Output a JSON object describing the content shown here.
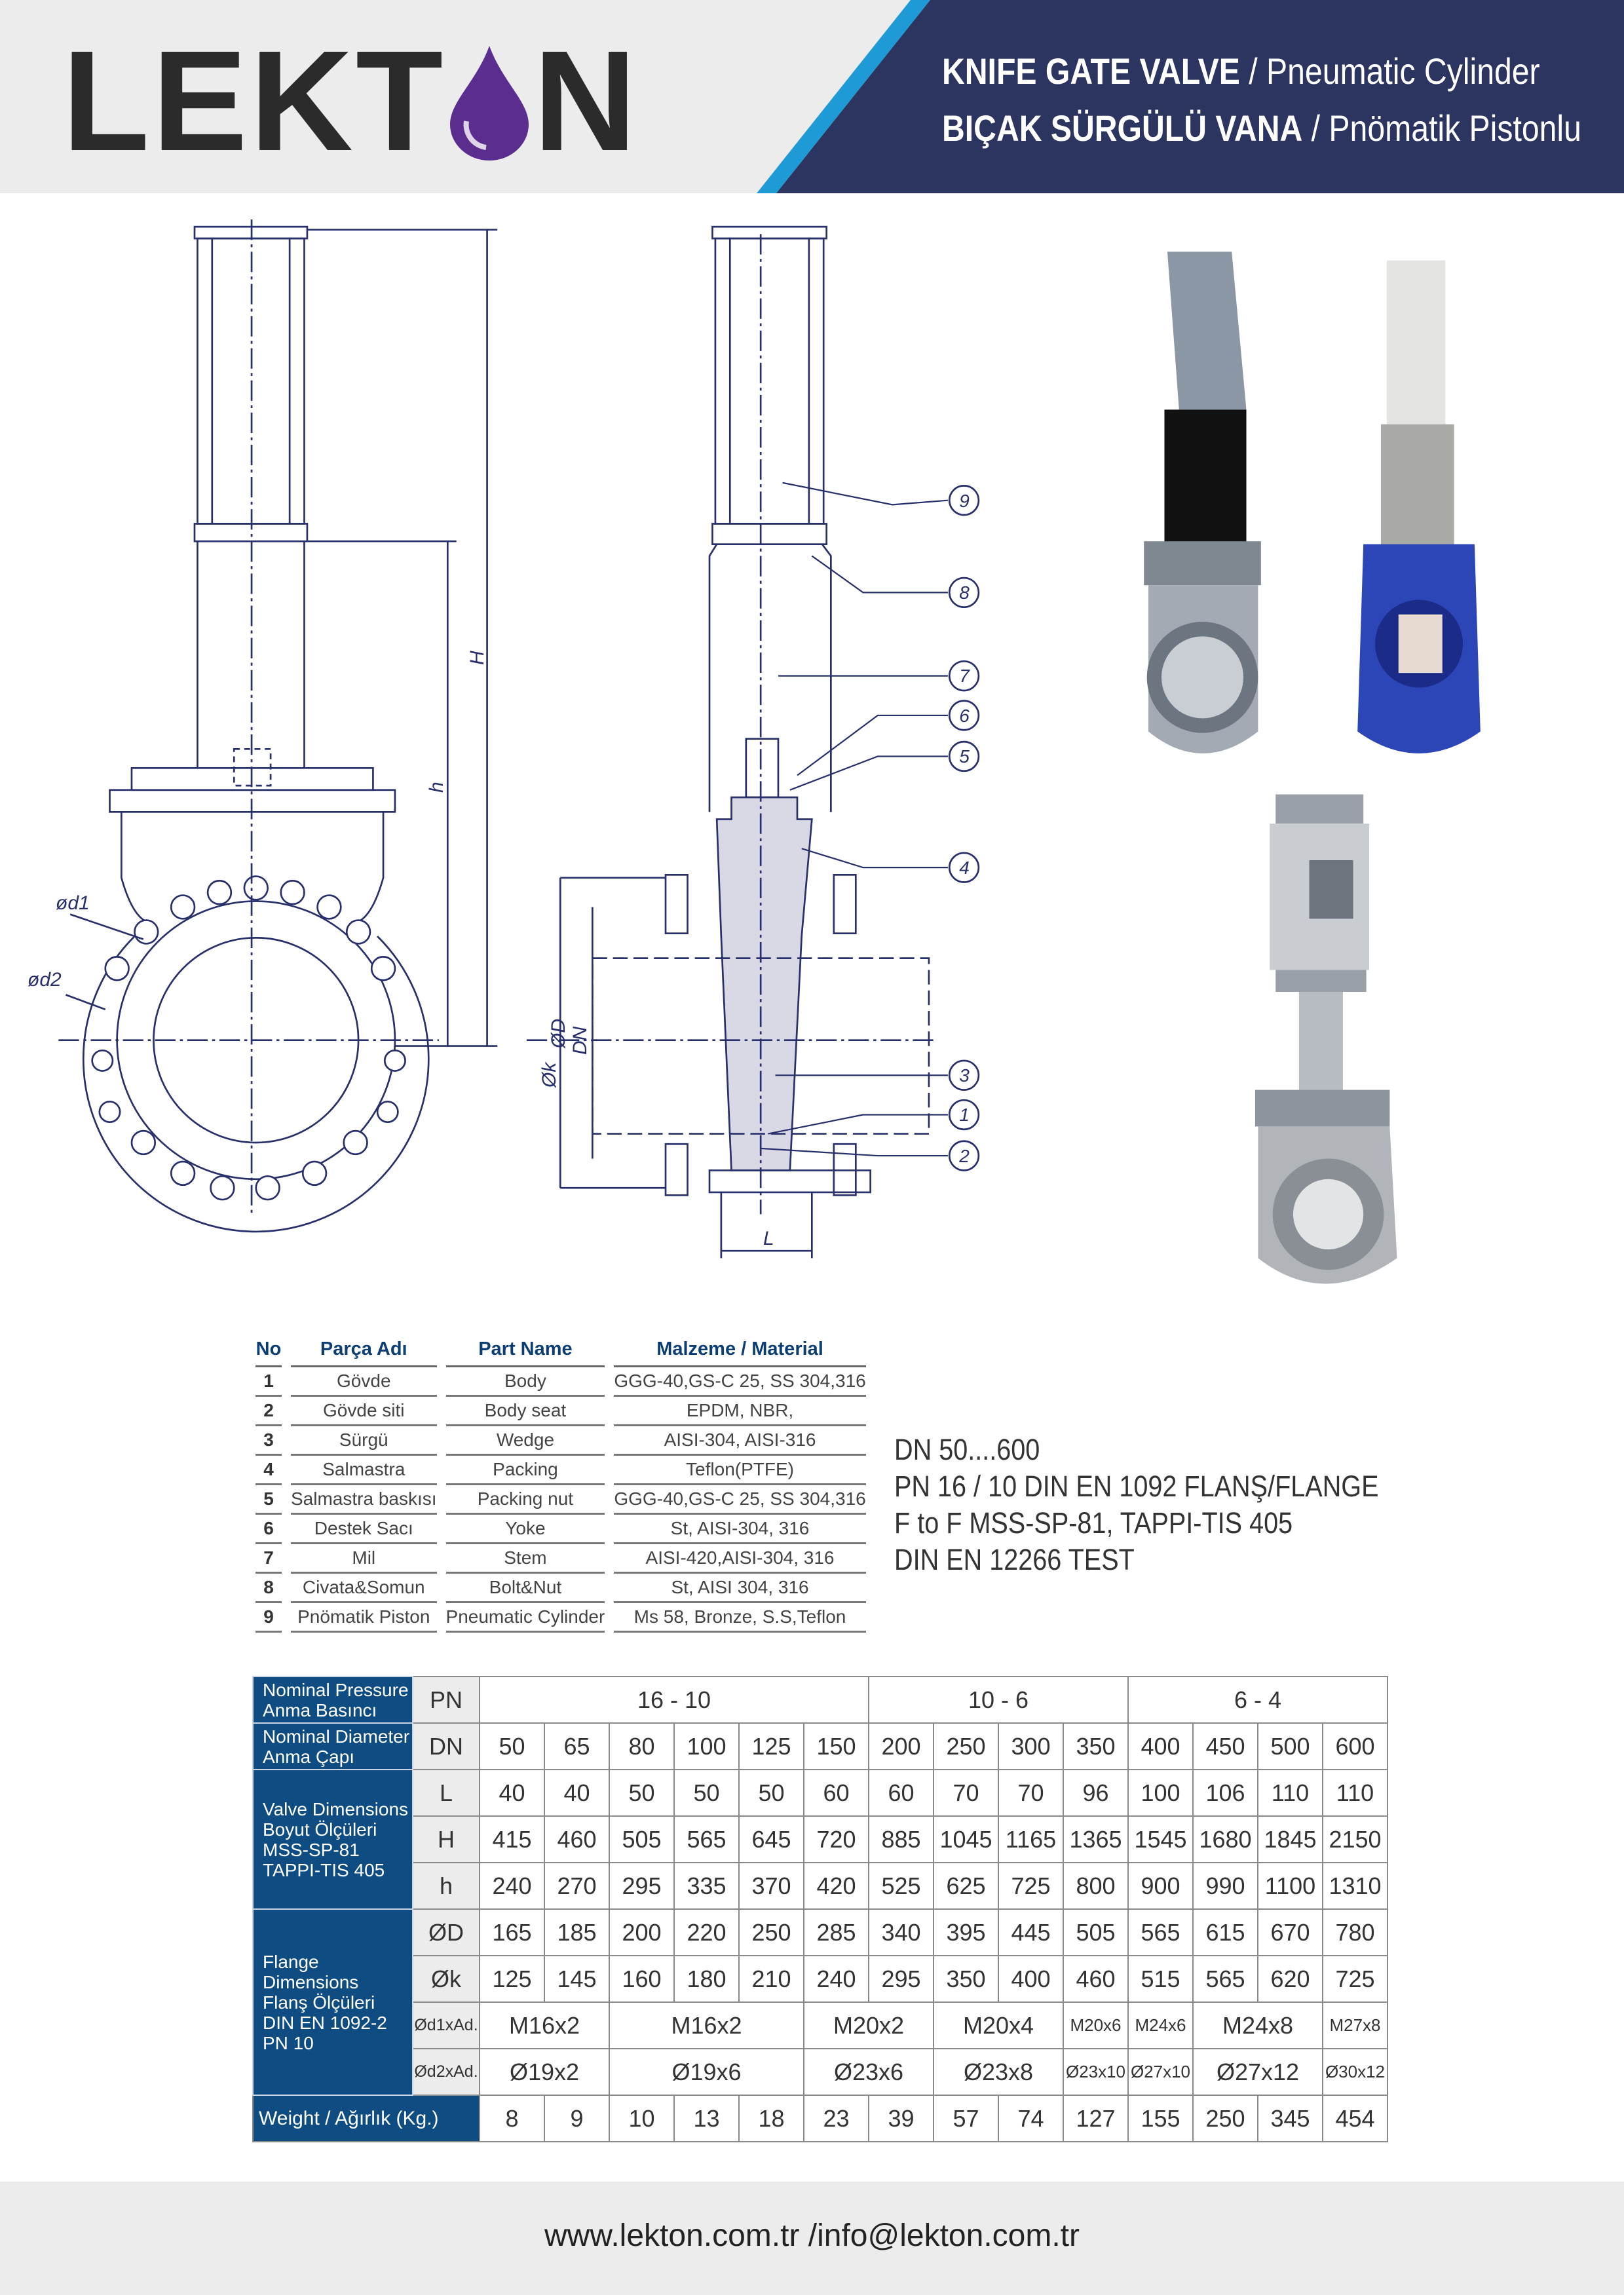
{
  "header": {
    "logo_text": "LEKTON",
    "logo_left": "LEKT",
    "logo_right": "N",
    "title1_bold": "KNIFE GATE VALVE",
    "title1_rest": " / Pneumatic Cylinder",
    "title2_bold": "BIÇAK SÜRGÜLÜ VANA",
    "title2_rest": " / Pnömatik Pistonlu",
    "colors": {
      "navy": "#2b3560",
      "stripe": "#1e9ad6",
      "drop": "#5b2d8e"
    }
  },
  "drawing_labels": {
    "d1": "ød1",
    "d2": "ød2",
    "H": "H",
    "h": "h",
    "D": "ØD",
    "k": "Øk",
    "DN": "DN",
    "L": "L",
    "callouts": [
      "9",
      "8",
      "7",
      "6",
      "5",
      "4",
      "3",
      "1",
      "2"
    ]
  },
  "parts_table": {
    "headers": [
      "No",
      "Parça Adı",
      "Part Name",
      "Malzeme / Material"
    ],
    "rows": [
      [
        "1",
        "Gövde",
        "Body",
        "GGG-40,GS-C 25, SS 304,316"
      ],
      [
        "2",
        "Gövde siti",
        "Body seat",
        "EPDM, NBR,"
      ],
      [
        "3",
        "Sürgü",
        "Wedge",
        "AISI-304, AISI-316"
      ],
      [
        "4",
        "Salmastra",
        "Packing",
        "Teflon(PTFE)"
      ],
      [
        "5",
        "Salmastra baskısı",
        "Packing nut",
        "GGG-40,GS-C 25, SS 304,316"
      ],
      [
        "6",
        "Destek Sacı",
        "Yoke",
        "St, AISI-304, 316"
      ],
      [
        "7",
        "Mil",
        "Stem",
        "AISI-420,AISI-304, 316"
      ],
      [
        "8",
        "Civata&Somun",
        "Bolt&Nut",
        "St, AISI 304, 316"
      ],
      [
        "9",
        "Pnömatik Piston",
        "Pneumatic Cylinder",
        "Ms 58, Bronze, S.S,Teflon"
      ]
    ]
  },
  "specs": [
    "DN 50....600",
    "PN 16 / 10 DIN EN 1092 FLANŞ/FLANGE",
    "F to F MSS-SP-81, TAPPI-TIS 405",
    "DIN EN 12266 TEST"
  ],
  "dim_table": {
    "groups": [
      {
        "lines": [
          "Nominal Pressure",
          "Anma Basıncı"
        ],
        "rows": 1
      },
      {
        "lines": [
          "Nominal Diameter",
          "Anma Çapı"
        ],
        "rows": 1
      },
      {
        "lines": [
          "Valve Dimensions",
          "Boyut Ölçüleri",
          "MSS-SP-81",
          "TAPPI-TIS 405"
        ],
        "rows": 3
      },
      {
        "lines": [
          "Flange Dimensions",
          "Flanş Ölçüleri",
          "DIN EN 1092-2",
          "PN 10"
        ],
        "rows": 4
      }
    ],
    "rows": [
      {
        "key": "PN",
        "cells": [
          {
            "v": "16 - 10",
            "span": 6
          },
          {
            "v": "10 - 6",
            "span": 4
          },
          {
            "v": "6 - 4",
            "span": 4
          }
        ]
      },
      {
        "key": "DN",
        "cells": [
          {
            "v": "50"
          },
          {
            "v": "65"
          },
          {
            "v": "80"
          },
          {
            "v": "100"
          },
          {
            "v": "125"
          },
          {
            "v": "150"
          },
          {
            "v": "200"
          },
          {
            "v": "250"
          },
          {
            "v": "300"
          },
          {
            "v": "350"
          },
          {
            "v": "400"
          },
          {
            "v": "450"
          },
          {
            "v": "500"
          },
          {
            "v": "600"
          }
        ]
      },
      {
        "key": "L",
        "cells": [
          {
            "v": "40"
          },
          {
            "v": "40"
          },
          {
            "v": "50"
          },
          {
            "v": "50"
          },
          {
            "v": "50"
          },
          {
            "v": "60"
          },
          {
            "v": "60"
          },
          {
            "v": "70"
          },
          {
            "v": "70"
          },
          {
            "v": "96"
          },
          {
            "v": "100"
          },
          {
            "v": "106"
          },
          {
            "v": "110"
          },
          {
            "v": "110"
          }
        ]
      },
      {
        "key": "H",
        "cells": [
          {
            "v": "415"
          },
          {
            "v": "460"
          },
          {
            "v": "505"
          },
          {
            "v": "565"
          },
          {
            "v": "645"
          },
          {
            "v": "720"
          },
          {
            "v": "885"
          },
          {
            "v": "1045"
          },
          {
            "v": "1165"
          },
          {
            "v": "1365"
          },
          {
            "v": "1545"
          },
          {
            "v": "1680"
          },
          {
            "v": "1845"
          },
          {
            "v": "2150"
          }
        ]
      },
      {
        "key": "h",
        "cells": [
          {
            "v": "240"
          },
          {
            "v": "270"
          },
          {
            "v": "295"
          },
          {
            "v": "335"
          },
          {
            "v": "370"
          },
          {
            "v": "420"
          },
          {
            "v": "525"
          },
          {
            "v": "625"
          },
          {
            "v": "725"
          },
          {
            "v": "800"
          },
          {
            "v": "900"
          },
          {
            "v": "990"
          },
          {
            "v": "1100"
          },
          {
            "v": "1310"
          }
        ]
      },
      {
        "key": "ØD",
        "cells": [
          {
            "v": "165"
          },
          {
            "v": "185"
          },
          {
            "v": "200"
          },
          {
            "v": "220"
          },
          {
            "v": "250"
          },
          {
            "v": "285"
          },
          {
            "v": "340"
          },
          {
            "v": "395"
          },
          {
            "v": "445"
          },
          {
            "v": "505"
          },
          {
            "v": "565"
          },
          {
            "v": "615"
          },
          {
            "v": "670"
          },
          {
            "v": "780"
          }
        ]
      },
      {
        "key": "Øk",
        "cells": [
          {
            "v": "125"
          },
          {
            "v": "145"
          },
          {
            "v": "160"
          },
          {
            "v": "180"
          },
          {
            "v": "210"
          },
          {
            "v": "240"
          },
          {
            "v": "295"
          },
          {
            "v": "350"
          },
          {
            "v": "400"
          },
          {
            "v": "460"
          },
          {
            "v": "515"
          },
          {
            "v": "565"
          },
          {
            "v": "620"
          },
          {
            "v": "725"
          }
        ]
      },
      {
        "key": "Ød1xAd.",
        "small_key": true,
        "cells": [
          {
            "v": "M16x2",
            "span": 2
          },
          {
            "v": "M16x2",
            "span": 3
          },
          {
            "v": "M20x2",
            "span": 2
          },
          {
            "v": "M20x4",
            "span": 2
          },
          {
            "v": "M20x6",
            "small": true
          },
          {
            "v": "M24x6",
            "small": true
          },
          {
            "v": "M24x8",
            "span": 2
          },
          {
            "v": "M27x8",
            "small": true
          }
        ]
      },
      {
        "key": "Ød2xAd.",
        "small_key": true,
        "cells": [
          {
            "v": "Ø19x2",
            "span": 2
          },
          {
            "v": "Ø19x6",
            "span": 3
          },
          {
            "v": "Ø23x6",
            "span": 2
          },
          {
            "v": "Ø23x8",
            "span": 2
          },
          {
            "v": "Ø23x10",
            "small": true
          },
          {
            "v": "Ø27x10",
            "small": true
          },
          {
            "v": "Ø27x12",
            "span": 2
          },
          {
            "v": "Ø30x12",
            "small": true
          }
        ]
      }
    ],
    "weight": {
      "label": "Weight / Ağırlık (Kg.)",
      "values": [
        "8",
        "9",
        "10",
        "13",
        "18",
        "23",
        "39",
        "57",
        "74",
        "127",
        "155",
        "250",
        "345",
        "454"
      ]
    }
  },
  "footer": {
    "text": "www.lekton.com.tr /info@lekton.com.tr"
  }
}
